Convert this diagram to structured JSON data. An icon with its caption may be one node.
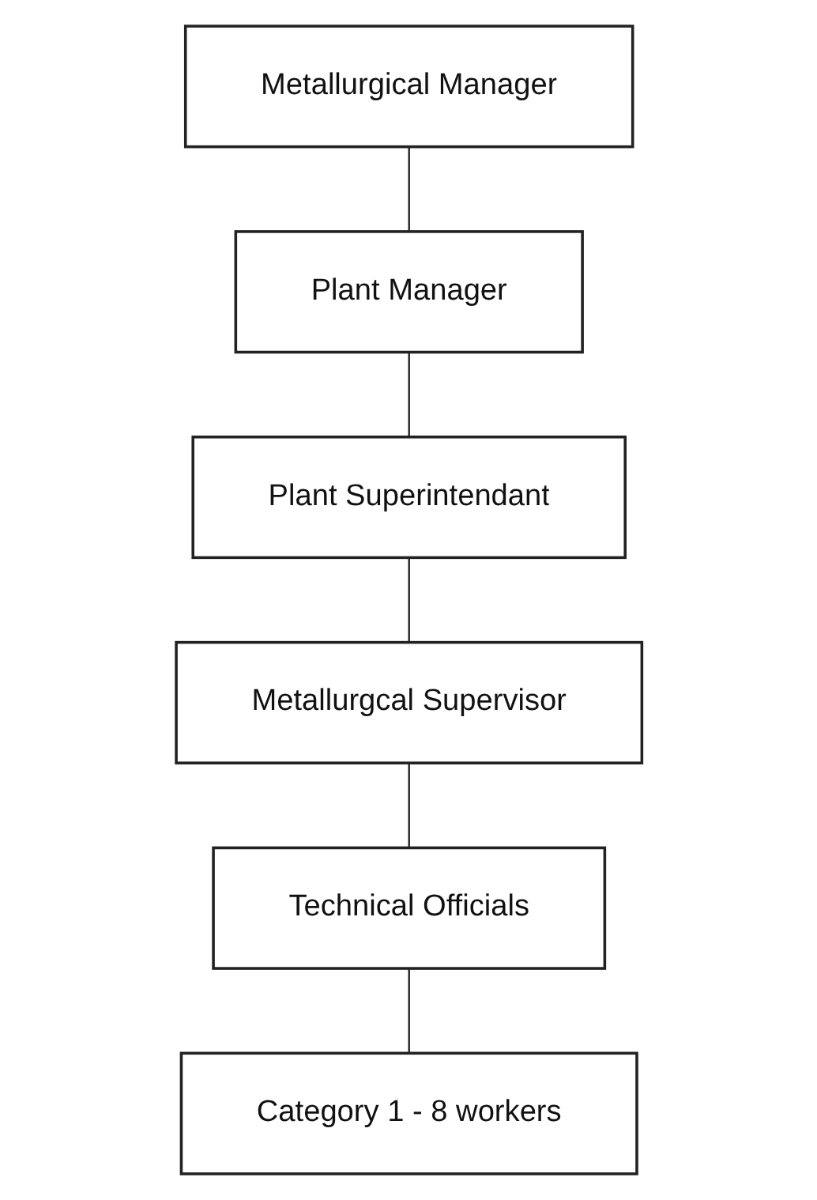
{
  "diagram": {
    "nodes": [
      {
        "text": [
          "Metallurgical Manager"
        ]
      },
      {
        "text": [
          "Plant Manager"
        ]
      },
      {
        "text": [
          "Plant Superintendant"
        ]
      },
      {
        "text": [
          "Metallurgcal Supervisor"
        ]
      },
      {
        "text": [
          "Technical Officials"
        ]
      },
      {
        "text": [
          "Category 1 - 8 workers"
        ]
      }
    ],
    "edges": [
      {
        "from": 0,
        "to": 1,
        "arrow": "none"
      },
      {
        "from": 1,
        "to": 2,
        "arrow": "none"
      },
      {
        "from": 2,
        "to": 3,
        "arrow": "none"
      },
      {
        "from": 3,
        "to": 4,
        "arrow": "none"
      },
      {
        "from": 4,
        "to": 5,
        "arrow": "none"
      }
    ]
  }
}
